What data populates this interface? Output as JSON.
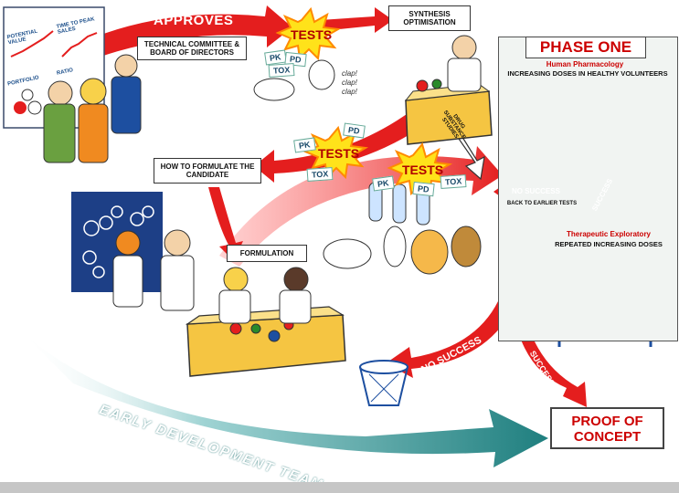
{
  "labels": {
    "approves": "APPROVES",
    "technical_committee": "TECHNICAL COMMITTEE & BOARD OF DIRECTORS",
    "synthesis": "SYNTHESIS OPTIMISATION",
    "tests": "TESTS",
    "how_to_formulate": "HOW TO FORMULATE THE CANDIDATE",
    "formulation": "FORMULATION",
    "drug_substance": "DRUG SUBSTANCE STUDIES",
    "phase_one": "PHASE ONE",
    "human_pharmacology": "Human Pharmacology",
    "increasing_doses": "INCREASING DOSES IN HEALTHY VOLUNTEERS",
    "no_success_upper": "NO SUCCESS",
    "back_to_tests": "BACK TO EARLIER TESTS",
    "success_upper": "SUCCESS",
    "therapeutic_exploratory": "Therapeutic Exploratory",
    "repeated_doses": "REPEATED INCREASING DOSES",
    "no_success_lower": "NO SUCCESS",
    "success_lower": "SUCCESS",
    "proof_of_concept": "PROOF OF CONCEPT",
    "early_development_team": "EARLY DEVELOPMENT TEAM",
    "clap": "clap! clap! clap!"
  },
  "tags": {
    "pk": "PK",
    "pd": "PD",
    "tox": "TOX"
  },
  "board": {
    "potential_value": "POTENTIAL VALUE",
    "time_to_peak": "TIME TO PEAK SALES",
    "portfolio": "PORTFOLIO",
    "ratio": "RATIO"
  },
  "colors": {
    "arrow_red": "#e41e1e",
    "dark_red": "#b80f0f",
    "teal": "#1f7f7f",
    "burst_yellow": "#ffe21a",
    "burst_orange": "#ff8a00",
    "table_yellow": "#f5c542"
  }
}
